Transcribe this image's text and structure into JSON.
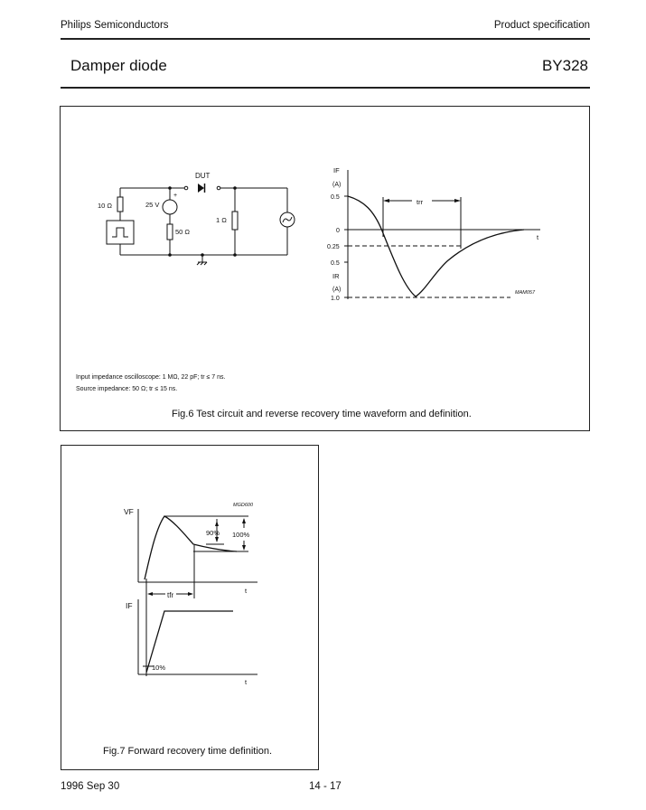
{
  "header": {
    "company": "Philips Semiconductors",
    "doc_type": "Product specification",
    "title": "Damper diode",
    "part_number": "BY328"
  },
  "fig6": {
    "caption": "Fig.6  Test circuit and reverse recovery time waveform and definition.",
    "note_line1": "Input impedance oscilloscope: 1 MΩ, 22 pF; tr ≤ 7 ns.",
    "note_line2": "Source impedance: 50 Ω; tr ≤ 15 ns.",
    "circuit": {
      "dut_label": "DUT",
      "r_source": "10 Ω",
      "v_source": "25 V",
      "plus": "+",
      "r_bias": "50 Ω",
      "r_load": "1 Ω"
    },
    "waveform": {
      "code": "MAM057",
      "if_label": "IF",
      "if_unit": "(A)",
      "ir_label": "IR",
      "ir_unit": "(A)",
      "time_label": "t",
      "trr_label": "trr",
      "tick_labels": [
        "0.5",
        "0",
        "0.25",
        "0.5",
        "1.0"
      ]
    }
  },
  "fig7": {
    "caption": "Fig.7  Forward recovery time definition.",
    "code": "MGD600",
    "vf_label": "VF",
    "if_label": "IF",
    "t_label_top": "t",
    "t_label_bottom": "t",
    "pct90": "90%",
    "pct100": "100%",
    "pct10": "10%",
    "tfr_label": "tfr"
  },
  "footer": {
    "date": "1996 Sep 30",
    "page": "14 - 17"
  }
}
